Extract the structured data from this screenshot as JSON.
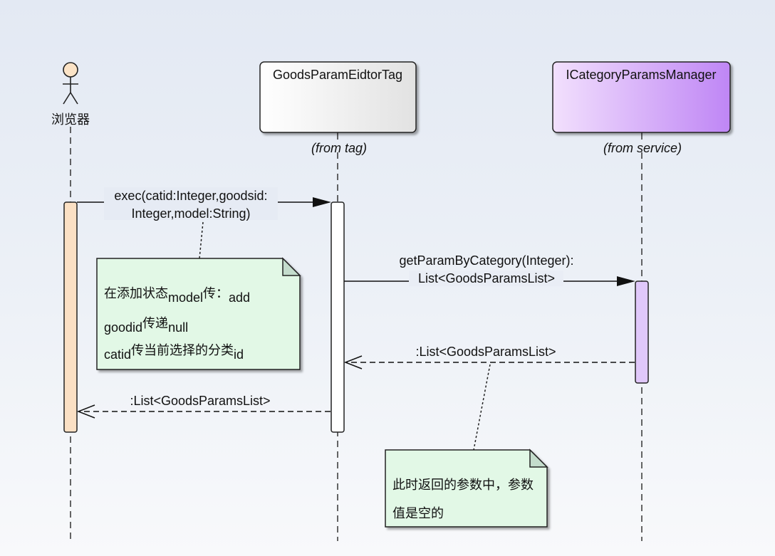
{
  "participants": {
    "actor": {
      "name": "浏览器"
    },
    "tag": {
      "name": "GoodsParamEidtorTag",
      "stereotype": "(from tag)"
    },
    "manager": {
      "name": "ICategoryParamsManager",
      "stereotype": "(from service)"
    }
  },
  "messages": {
    "exec_line1": "exec(catid:Integer,goodsid:",
    "exec_line2": "Integer,model:String)",
    "get_line1": "getParamByCategory(Integer):",
    "get_line2": "List<GoodsParamsList>",
    "return1": ":List<GoodsParamsList>",
    "return2": ":List<GoodsParamsList>"
  },
  "notes": {
    "note1": {
      "line1_a": "在添加状态",
      "line1_b": "model",
      "line1_c": "传：",
      "line1_d": "add",
      "line2_a": "goodid",
      "line2_b": "传递",
      "line2_c": "null",
      "line3_a": "catid",
      "line3_b": "传当前选择的分类",
      "line3_c": "id"
    },
    "note2": {
      "line1": "此时返回的参数中，参数",
      "line2": "值是空的"
    }
  },
  "colors": {
    "actor_fill": "#fbe3c6",
    "activation_actor": "#fbe0c4",
    "tag_fill_start": "#ffffff",
    "tag_fill_end": "#e4e4e4",
    "manager_fill_start": "#f0dcfc",
    "manager_fill_end": "#c28cf6",
    "activation_manager": "#e0c8fa",
    "note_fill": "#e2f8e6",
    "note_fold": "#c4dccc"
  }
}
